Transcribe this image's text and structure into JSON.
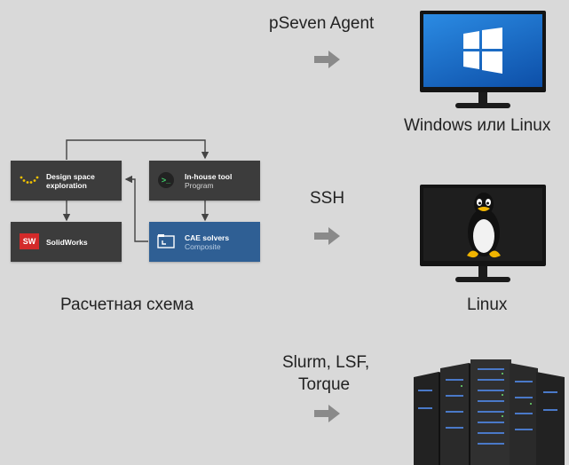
{
  "scheme": {
    "caption": "Расчетная схема",
    "blocks": {
      "dse": {
        "title": "Design space",
        "title2": "exploration"
      },
      "inhouse": {
        "title": "In-house tool",
        "subtitle": "Program"
      },
      "solidworks": {
        "title": "SolidWorks",
        "icon_text": "SW"
      },
      "cae": {
        "title": "CAE solvers",
        "subtitle": "Composite"
      }
    }
  },
  "connections": [
    {
      "label": "pSeven Agent",
      "target": "Windows или Linux"
    },
    {
      "label": "SSH",
      "target": "Linux"
    },
    {
      "label_line1": "Slurm, LSF,",
      "label_line2": "Torque"
    }
  ],
  "icons": [
    "arrow-right-icon",
    "windows-logo-icon",
    "tux-icon",
    "server-rack-icon",
    "terminal-icon",
    "solidworks-icon",
    "folder-icon",
    "dots-arc-icon"
  ],
  "colors": {
    "background": "#d9d9d9",
    "block_dark": "#3c3c3c",
    "block_blue": "#2f5f94",
    "windows_blue": "#1877d2",
    "arrow_gray": "#8a8a8a"
  }
}
